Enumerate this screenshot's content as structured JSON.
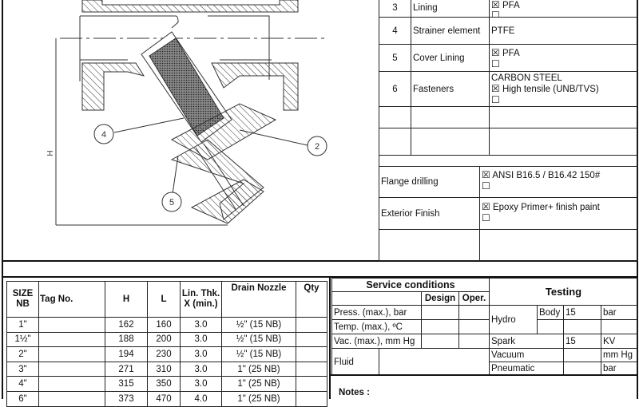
{
  "parts": [
    {
      "no": "3",
      "desc": "Lining",
      "options": [
        {
          "checked": true,
          "label": "PFA"
        },
        {
          "checked": false,
          "label": ""
        }
      ]
    },
    {
      "no": "4",
      "desc": "Strainer element",
      "value": "PTFE"
    },
    {
      "no": "5",
      "desc": "Cover Lining",
      "options": [
        {
          "checked": true,
          "label": "PFA"
        },
        {
          "checked": false,
          "label": ""
        }
      ]
    },
    {
      "no": "6",
      "desc": "Fasteners",
      "value": "CARBON STEEL",
      "options": [
        {
          "checked": true,
          "label": "High tensile (UNB/TVS)"
        },
        {
          "checked": false,
          "label": ""
        }
      ]
    }
  ],
  "flange_drilling": {
    "label": "Flange drilling",
    "option": "ANSI B16.5 / B16.42 150#"
  },
  "exterior_finish": {
    "label": "Exterior Finish",
    "option": "Epoxy Primer+ finish paint"
  },
  "drawing": {
    "balloons": [
      "4",
      "2",
      "5"
    ],
    "dim_label": "H"
  },
  "size_table": {
    "headers": [
      "SIZE NB",
      "Tag No.",
      "H",
      "L",
      "Lin. Thk. X (min.)",
      "Drain Nozzle",
      "Qty"
    ],
    "rows": [
      {
        "size": "1\"",
        "tag": "",
        "h": "162",
        "l": "160",
        "x": "3.0",
        "drain": "½\" (15 NB)",
        "qty": ""
      },
      {
        "size": "1½\"",
        "tag": "",
        "h": "188",
        "l": "200",
        "x": "3.0",
        "drain": "½\" (15 NB)",
        "qty": ""
      },
      {
        "size": "2\"",
        "tag": "",
        "h": "194",
        "l": "230",
        "x": "3.0",
        "drain": "½\" (15 NB)",
        "qty": ""
      },
      {
        "size": "3\"",
        "tag": "",
        "h": "271",
        "l": "310",
        "x": "3.0",
        "drain": "1\" (25 NB)",
        "qty": ""
      },
      {
        "size": "4\"",
        "tag": "",
        "h": "315",
        "l": "350",
        "x": "3.0",
        "drain": "1\" (25 NB)",
        "qty": ""
      },
      {
        "size": "6\"",
        "tag": "",
        "h": "373",
        "l": "470",
        "x": "4.0",
        "drain": "1\" (25 NB)",
        "qty": ""
      }
    ]
  },
  "service": {
    "title": "Service conditions",
    "design": "Design",
    "oper": "Oper.",
    "press": "Press. (max.), bar",
    "temp": "Temp. (max.), ºC",
    "vac": "Vac. (max.), mm Hg",
    "fluid": "Fluid"
  },
  "testing": {
    "title": "Testing",
    "hydro": "Hydro",
    "body": "Body",
    "hydro_value": "15",
    "hydro_unit": "bar",
    "spark": "Spark",
    "spark_value": "15",
    "spark_unit": "KV",
    "vacuum": "Vacuum",
    "vacuum_unit": "mm Hg",
    "pneumatic": "Pneumatic",
    "pneumatic_unit": "bar"
  },
  "notes": {
    "label": "Notes :"
  }
}
